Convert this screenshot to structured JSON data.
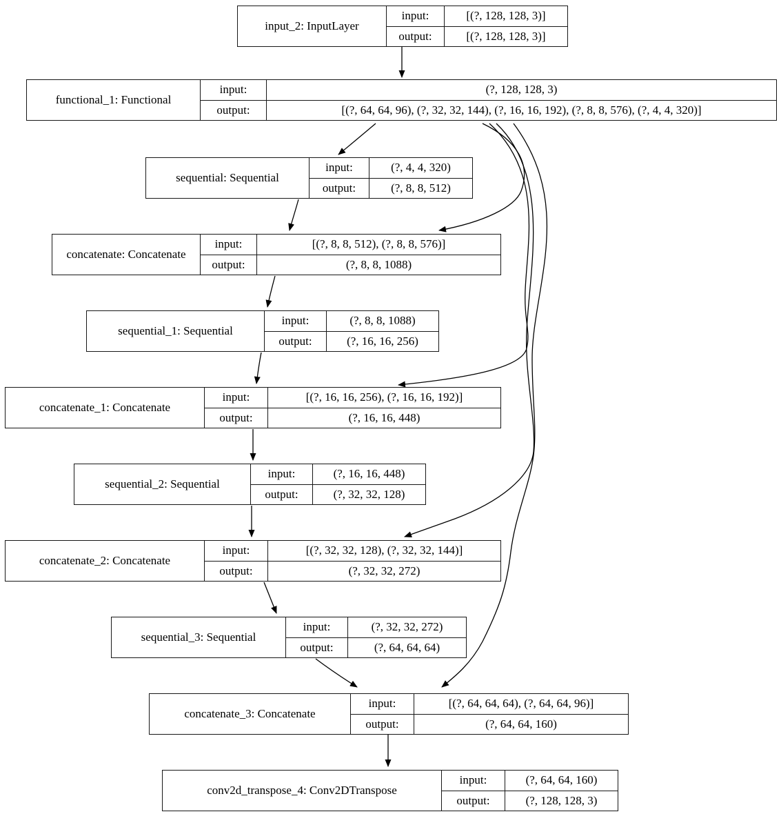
{
  "labels": {
    "input": "input:",
    "output": "output:"
  },
  "colors": {
    "background": "#ffffff",
    "node_border": "#161616",
    "edge": "#000000",
    "text": "#000000"
  },
  "nodes": [
    {
      "id": "input_2",
      "title": "input_2: InputLayer",
      "input": "[(?, 128, 128, 3)]",
      "output": "[(?, 128, 128, 3)]"
    },
    {
      "id": "functional_1",
      "title": "functional_1: Functional",
      "input": "(?, 128, 128, 3)",
      "output": "[(?, 64, 64, 96), (?, 32, 32, 144), (?, 16, 16, 192), (?, 8, 8, 576), (?, 4, 4, 320)]"
    },
    {
      "id": "sequential",
      "title": "sequential: Sequential",
      "input": "(?, 4, 4, 320)",
      "output": "(?, 8, 8, 512)"
    },
    {
      "id": "concatenate",
      "title": "concatenate: Concatenate",
      "input": "[(?, 8, 8, 512), (?, 8, 8, 576)]",
      "output": "(?, 8, 8, 1088)"
    },
    {
      "id": "sequential_1",
      "title": "sequential_1: Sequential",
      "input": "(?, 8, 8, 1088)",
      "output": "(?, 16, 16, 256)"
    },
    {
      "id": "concatenate_1",
      "title": "concatenate_1: Concatenate",
      "input": "[(?, 16, 16, 256), (?, 16, 16, 192)]",
      "output": "(?, 16, 16, 448)"
    },
    {
      "id": "sequential_2",
      "title": "sequential_2: Sequential",
      "input": "(?, 16, 16, 448)",
      "output": "(?, 32, 32, 128)"
    },
    {
      "id": "concatenate_2",
      "title": "concatenate_2: Concatenate",
      "input": "[(?, 32, 32, 128), (?, 32, 32, 144)]",
      "output": "(?, 32, 32, 272)"
    },
    {
      "id": "sequential_3",
      "title": "sequential_3: Sequential",
      "input": "(?, 32, 32, 272)",
      "output": "(?, 64, 64, 64)"
    },
    {
      "id": "concatenate_3",
      "title": "concatenate_3: Concatenate",
      "input": "[(?, 64, 64, 64), (?, 64, 64, 96)]",
      "output": "(?, 64, 64, 160)"
    },
    {
      "id": "conv2d_transpose_4",
      "title": "conv2d_transpose_4: Conv2DTranspose",
      "input": "(?, 64, 64, 160)",
      "output": "(?, 128, 128, 3)"
    }
  ],
  "edges": [
    {
      "from": "input_2",
      "to": "functional_1"
    },
    {
      "from": "functional_1",
      "to": "sequential"
    },
    {
      "from": "functional_1",
      "to": "concatenate"
    },
    {
      "from": "functional_1",
      "to": "concatenate_1"
    },
    {
      "from": "functional_1",
      "to": "concatenate_2"
    },
    {
      "from": "functional_1",
      "to": "concatenate_3"
    },
    {
      "from": "sequential",
      "to": "concatenate"
    },
    {
      "from": "concatenate",
      "to": "sequential_1"
    },
    {
      "from": "sequential_1",
      "to": "concatenate_1"
    },
    {
      "from": "concatenate_1",
      "to": "sequential_2"
    },
    {
      "from": "sequential_2",
      "to": "concatenate_2"
    },
    {
      "from": "concatenate_2",
      "to": "sequential_3"
    },
    {
      "from": "sequential_3",
      "to": "concatenate_3"
    },
    {
      "from": "concatenate_3",
      "to": "conv2d_transpose_4"
    }
  ]
}
